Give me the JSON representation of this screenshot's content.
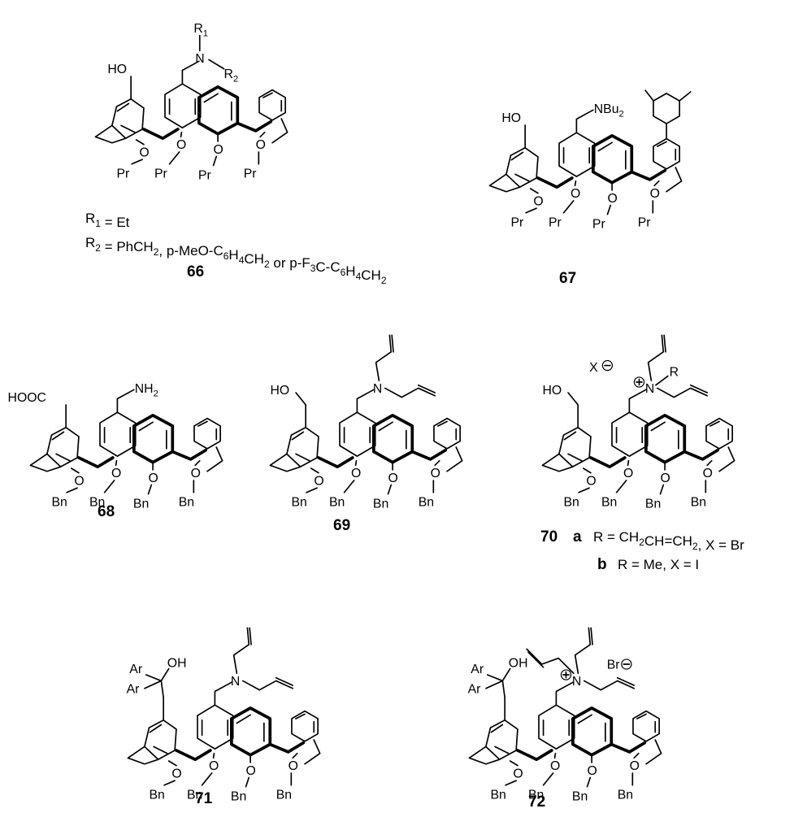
{
  "compounds": [
    {
      "id": "c66",
      "number": "66",
      "upper": "HO",
      "upper_kind": "phenol",
      "amine": "tertiary-r",
      "lower": [
        "O",
        "O",
        "O",
        "O"
      ],
      "ether": "Pr",
      "labels": [
        "HO",
        "N",
        "R1",
        "R2"
      ],
      "notes": [
        "R1 = Et",
        "R2 = PhCH2, p-MeO-C6H4CH2 or p-F3C-C6H4CH2"
      ]
    },
    {
      "id": "c67",
      "number": "67",
      "upper": "HO",
      "upper_kind": "phenol-aryl",
      "amine": "NBu2",
      "lower": [
        "O",
        "O",
        "O",
        "O"
      ],
      "ether": "Pr",
      "labels": [
        "HO",
        "NBu2"
      ]
    },
    {
      "id": "c68",
      "number": "68",
      "upper": "HOOC",
      "upper_kind": "acid",
      "amine": "NH2",
      "lower": [
        "O",
        "O",
        "O",
        "O"
      ],
      "ether": "Bn",
      "labels": [
        "HOOC",
        "NH2"
      ]
    },
    {
      "id": "c69",
      "number": "69",
      "upper": "HO",
      "upper_kind": "hydroxymethyl",
      "amine": "diallyl",
      "lower": [
        "O",
        "O",
        "O",
        "O"
      ],
      "ether": "Bn",
      "labels": [
        "HO",
        "N"
      ]
    },
    {
      "id": "c70",
      "number": "70",
      "upper": "HO",
      "upper_kind": "hydroxymethyl",
      "amine": "ammonium-r",
      "lower": [
        "O",
        "O",
        "O",
        "O"
      ],
      "ether": "Bn",
      "labels": [
        "HO",
        "N",
        "R",
        "X"
      ],
      "variants": [
        {
          "letter": "a",
          "text": "R = CH2CH=CH2, X = Br"
        },
        {
          "letter": "b",
          "text": "R = Me, X = I"
        }
      ]
    },
    {
      "id": "c71",
      "number": "71",
      "upper": "OH",
      "upper_kind": "diaryl-carbinol",
      "amine": "diallyl",
      "lower": [
        "O",
        "O",
        "O",
        "O"
      ],
      "ether": "Bn",
      "labels": [
        "Ar",
        "Ar",
        "OH",
        "N"
      ]
    },
    {
      "id": "c72",
      "number": "72",
      "upper": "OH",
      "upper_kind": "diaryl-carbinol",
      "amine": "triallyl-ammonium",
      "lower": [
        "O",
        "O",
        "O",
        "O"
      ],
      "ether": "Bn",
      "labels": [
        "Ar",
        "Ar",
        "OH",
        "N",
        "Br"
      ]
    }
  ]
}
